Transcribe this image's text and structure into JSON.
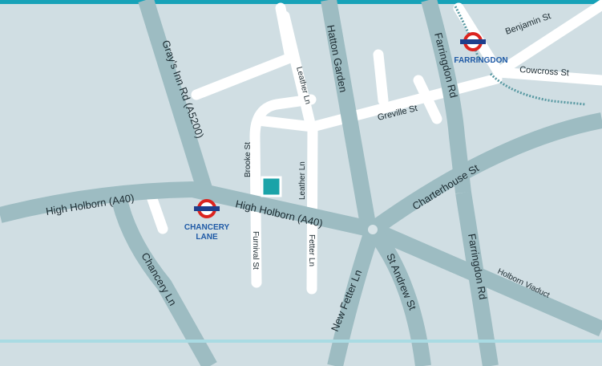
{
  "colors": {
    "background": "#d0dee3",
    "main_road": "#9dbcc2",
    "minor_road": "#ffffff",
    "top_border": "#17a2b8",
    "river_line": "#a9dbe3",
    "rail_dotted": "#5a9aa3",
    "marker": "#1aa3a8",
    "tube_red": "#dc241f",
    "tube_blue": "#1f3f8c",
    "station_text": "#1f5aa6"
  },
  "stations": [
    {
      "id": "chancery-lane",
      "lines": [
        "CHANCERY",
        "LANE"
      ],
      "icon": "underground-roundel-icon"
    },
    {
      "id": "farringdon",
      "lines": [
        "FARRINGDON"
      ],
      "icon": "underground-roundel-icon"
    }
  ],
  "marker": {
    "icon": "location-square-icon"
  },
  "labels": {
    "grays_inn_rd": "Gray's Inn Rd (A5200)",
    "high_holborn_west": "High Holborn (A40)",
    "high_holborn_east": "High Holborn (A40)",
    "hatton_garden": "Hatton Garden",
    "farringdon_rd_north": "Farringdon Rd",
    "farringdon_rd_south": "Farringdon Rd",
    "benjamin_st": "Benjamin St",
    "cowcross_st": "Cowcross St",
    "greville_st": "Greville St",
    "leather_ln_north": "Leather Ln",
    "leather_ln_south": "Leather Ln",
    "brooke_st": "Brooke St",
    "charterhouse_st": "Charterhouse St",
    "furnival_st": "Furnival St",
    "fetter_ln": "Fetter Ln",
    "chancery_ln": "Chancery Ln",
    "new_fetter_ln": "New Fetter Ln",
    "st_andrew_st": "St Andrew St",
    "holborn_viaduct": "Holborn Viaduct"
  }
}
